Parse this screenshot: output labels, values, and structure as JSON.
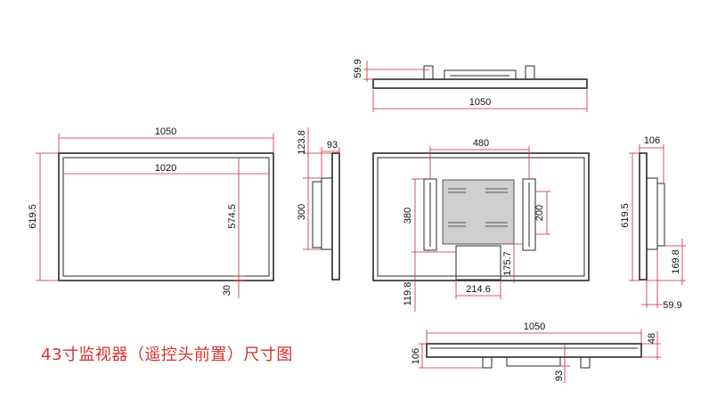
{
  "title": "43寸监视器（遥控头前置）尺寸图",
  "colors": {
    "dimension_line": "#c8283c",
    "outline": "#2a2a2a",
    "title": "#d8302f"
  },
  "top_view": {
    "width": "1050",
    "height": "59.9"
  },
  "front_view": {
    "width": "1050",
    "screen_width": "1020",
    "height": "619.5",
    "screen_height": "574.5",
    "bottom_bezel": "30"
  },
  "side_view_left": {
    "total_depth": "93",
    "top_offset": "123.8",
    "bracket_height": "300"
  },
  "rear_view": {
    "vesa_width": "480",
    "vesa_height": "380",
    "hole_spacing": "200",
    "box_offset": "175.7",
    "box_width": "214.6",
    "bottom_offset": "119.8"
  },
  "side_view_right": {
    "depth": "106",
    "height": "619.5",
    "bottom_box": "169.8",
    "box_depth": "59.9"
  },
  "bottom_view": {
    "width": "1050",
    "depth_left": "106",
    "depth_right": "48",
    "box_depth": "93"
  }
}
